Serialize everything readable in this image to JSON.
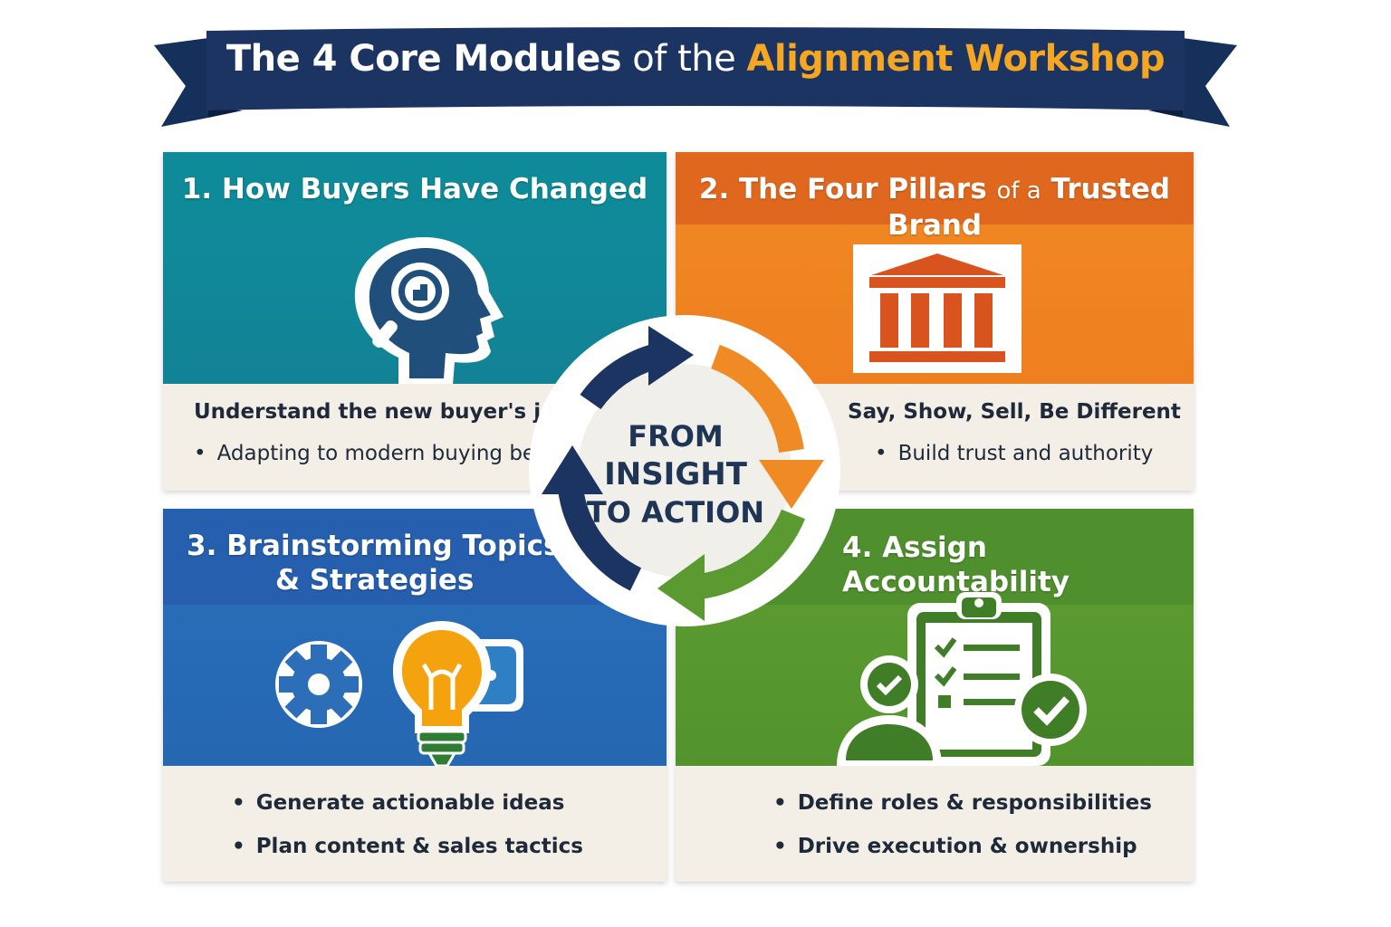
{
  "banner": {
    "title_part1": "The 4 Core Modules",
    "title_part2": " of the ",
    "title_part3": "Alignment Workshop"
  },
  "modules": {
    "m1": {
      "title": "1. How Buyers Have Changed",
      "lead": "Understand the new buyer's journey",
      "bullets": [
        "Adapting to modern buying behavior"
      ],
      "icon": "head-magnifier-icon",
      "color": "#0f8e9c"
    },
    "m2": {
      "title_a": "2. The Four Pillars ",
      "title_b": "of a",
      "title_c": " Trusted Brand",
      "lead": "Say, Show, Sell, Be Different",
      "bullets": [
        "Build trust and authority"
      ],
      "icon": "pillars-building-icon",
      "color": "#f08a24"
    },
    "m3": {
      "title_line1": "3. Brainstorming Topics",
      "title_line2": "& Strategies",
      "bullets": [
        "Generate actionable ideas",
        "Plan content & sales tactics"
      ],
      "icon": "gear-lightbulb-speech-icon",
      "color": "#2a6fba"
    },
    "m4": {
      "title": "4. Assign Accountability",
      "bullets": [
        "Define roles & responsibilities",
        "Drive execution & ownership"
      ],
      "icon": "clipboard-person-check-icon",
      "color": "#5e9e32"
    }
  },
  "center": {
    "line1": "FROM",
    "line2": "INSIGHT",
    "line3": "TO ACTION"
  },
  "colors": {
    "navy": "#1c3461",
    "accent_gold": "#f5a623",
    "footer_bg": "#f3efe6"
  }
}
